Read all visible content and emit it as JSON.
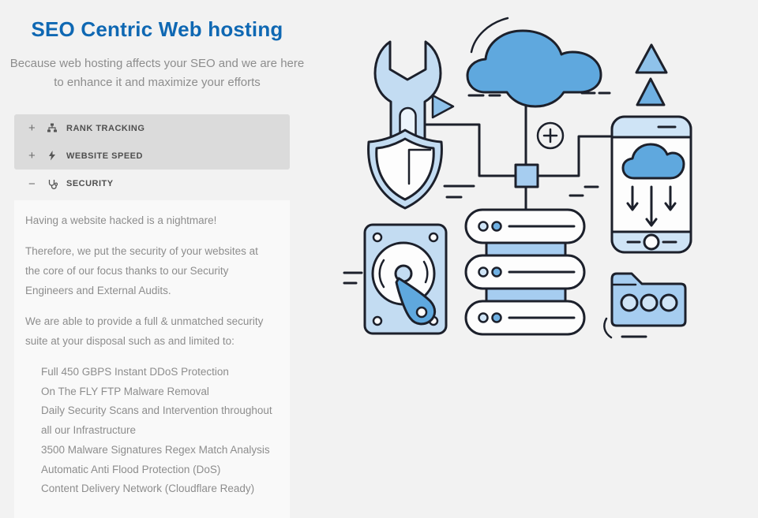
{
  "header": {
    "title": "SEO Centric Web hosting",
    "subtitle_line1": "Because web hosting affects your SEO and we are here",
    "subtitle_line2": "to enhance it and maximize your efforts"
  },
  "accordion": {
    "items": [
      {
        "label": "RANK TRACKING",
        "toggle": "+",
        "icon": "sitemap-icon",
        "expanded": false
      },
      {
        "label": "WEBSITE SPEED",
        "toggle": "+",
        "icon": "bolt-icon",
        "expanded": false
      },
      {
        "label": "SECURITY",
        "toggle": "−",
        "icon": "stethoscope-icon",
        "expanded": true
      }
    ]
  },
  "security_panel": {
    "paragraphs": [
      "Having a website hacked is a nightmare!",
      "Therefore, we put the security of your websites at the core of our focus thanks to our Security Engineers and External Audits.",
      "We are able to provide a full & unmatched security suite at your disposal such as and limited to:"
    ],
    "list": [
      "Full 450 GBPS Instant DDoS Protection",
      "On The FLY FTP Malware Removal",
      "Daily Security Scans and Intervention throughout all our Infrastructure",
      "3500 Malware Signatures Regex Match Analysis",
      "Automatic Anti Flood Protection (DoS)",
      "Content Delivery Network (Cloudflare Ready)"
    ]
  },
  "illustration": {
    "elements": [
      "wrench-icon",
      "shield-icon",
      "play-triangle-icon",
      "cloud-icon",
      "plus-circle-icon",
      "network-node",
      "server-stack-icon",
      "hard-drive-icon",
      "smartphone-icon",
      "download-arrows-icon",
      "upload-triangles-icon",
      "folder-icon"
    ]
  },
  "colors": {
    "accent": "#0f68b3",
    "body-text": "#8d8d8d",
    "heading-text": "#4f4f4f",
    "page-bg": "#f2f2f2",
    "header-bg": "#dbdbdb",
    "panel-bg": "#f9f9f9",
    "outline": "#1c202b",
    "blue": "#5fa8de",
    "blue2": "#6fb0e2",
    "midblue": "#a6cdf0",
    "lightblue": "#c3dcf2",
    "paleblue": "#cfe4f6",
    "playblue": "#8fc2ea"
  }
}
